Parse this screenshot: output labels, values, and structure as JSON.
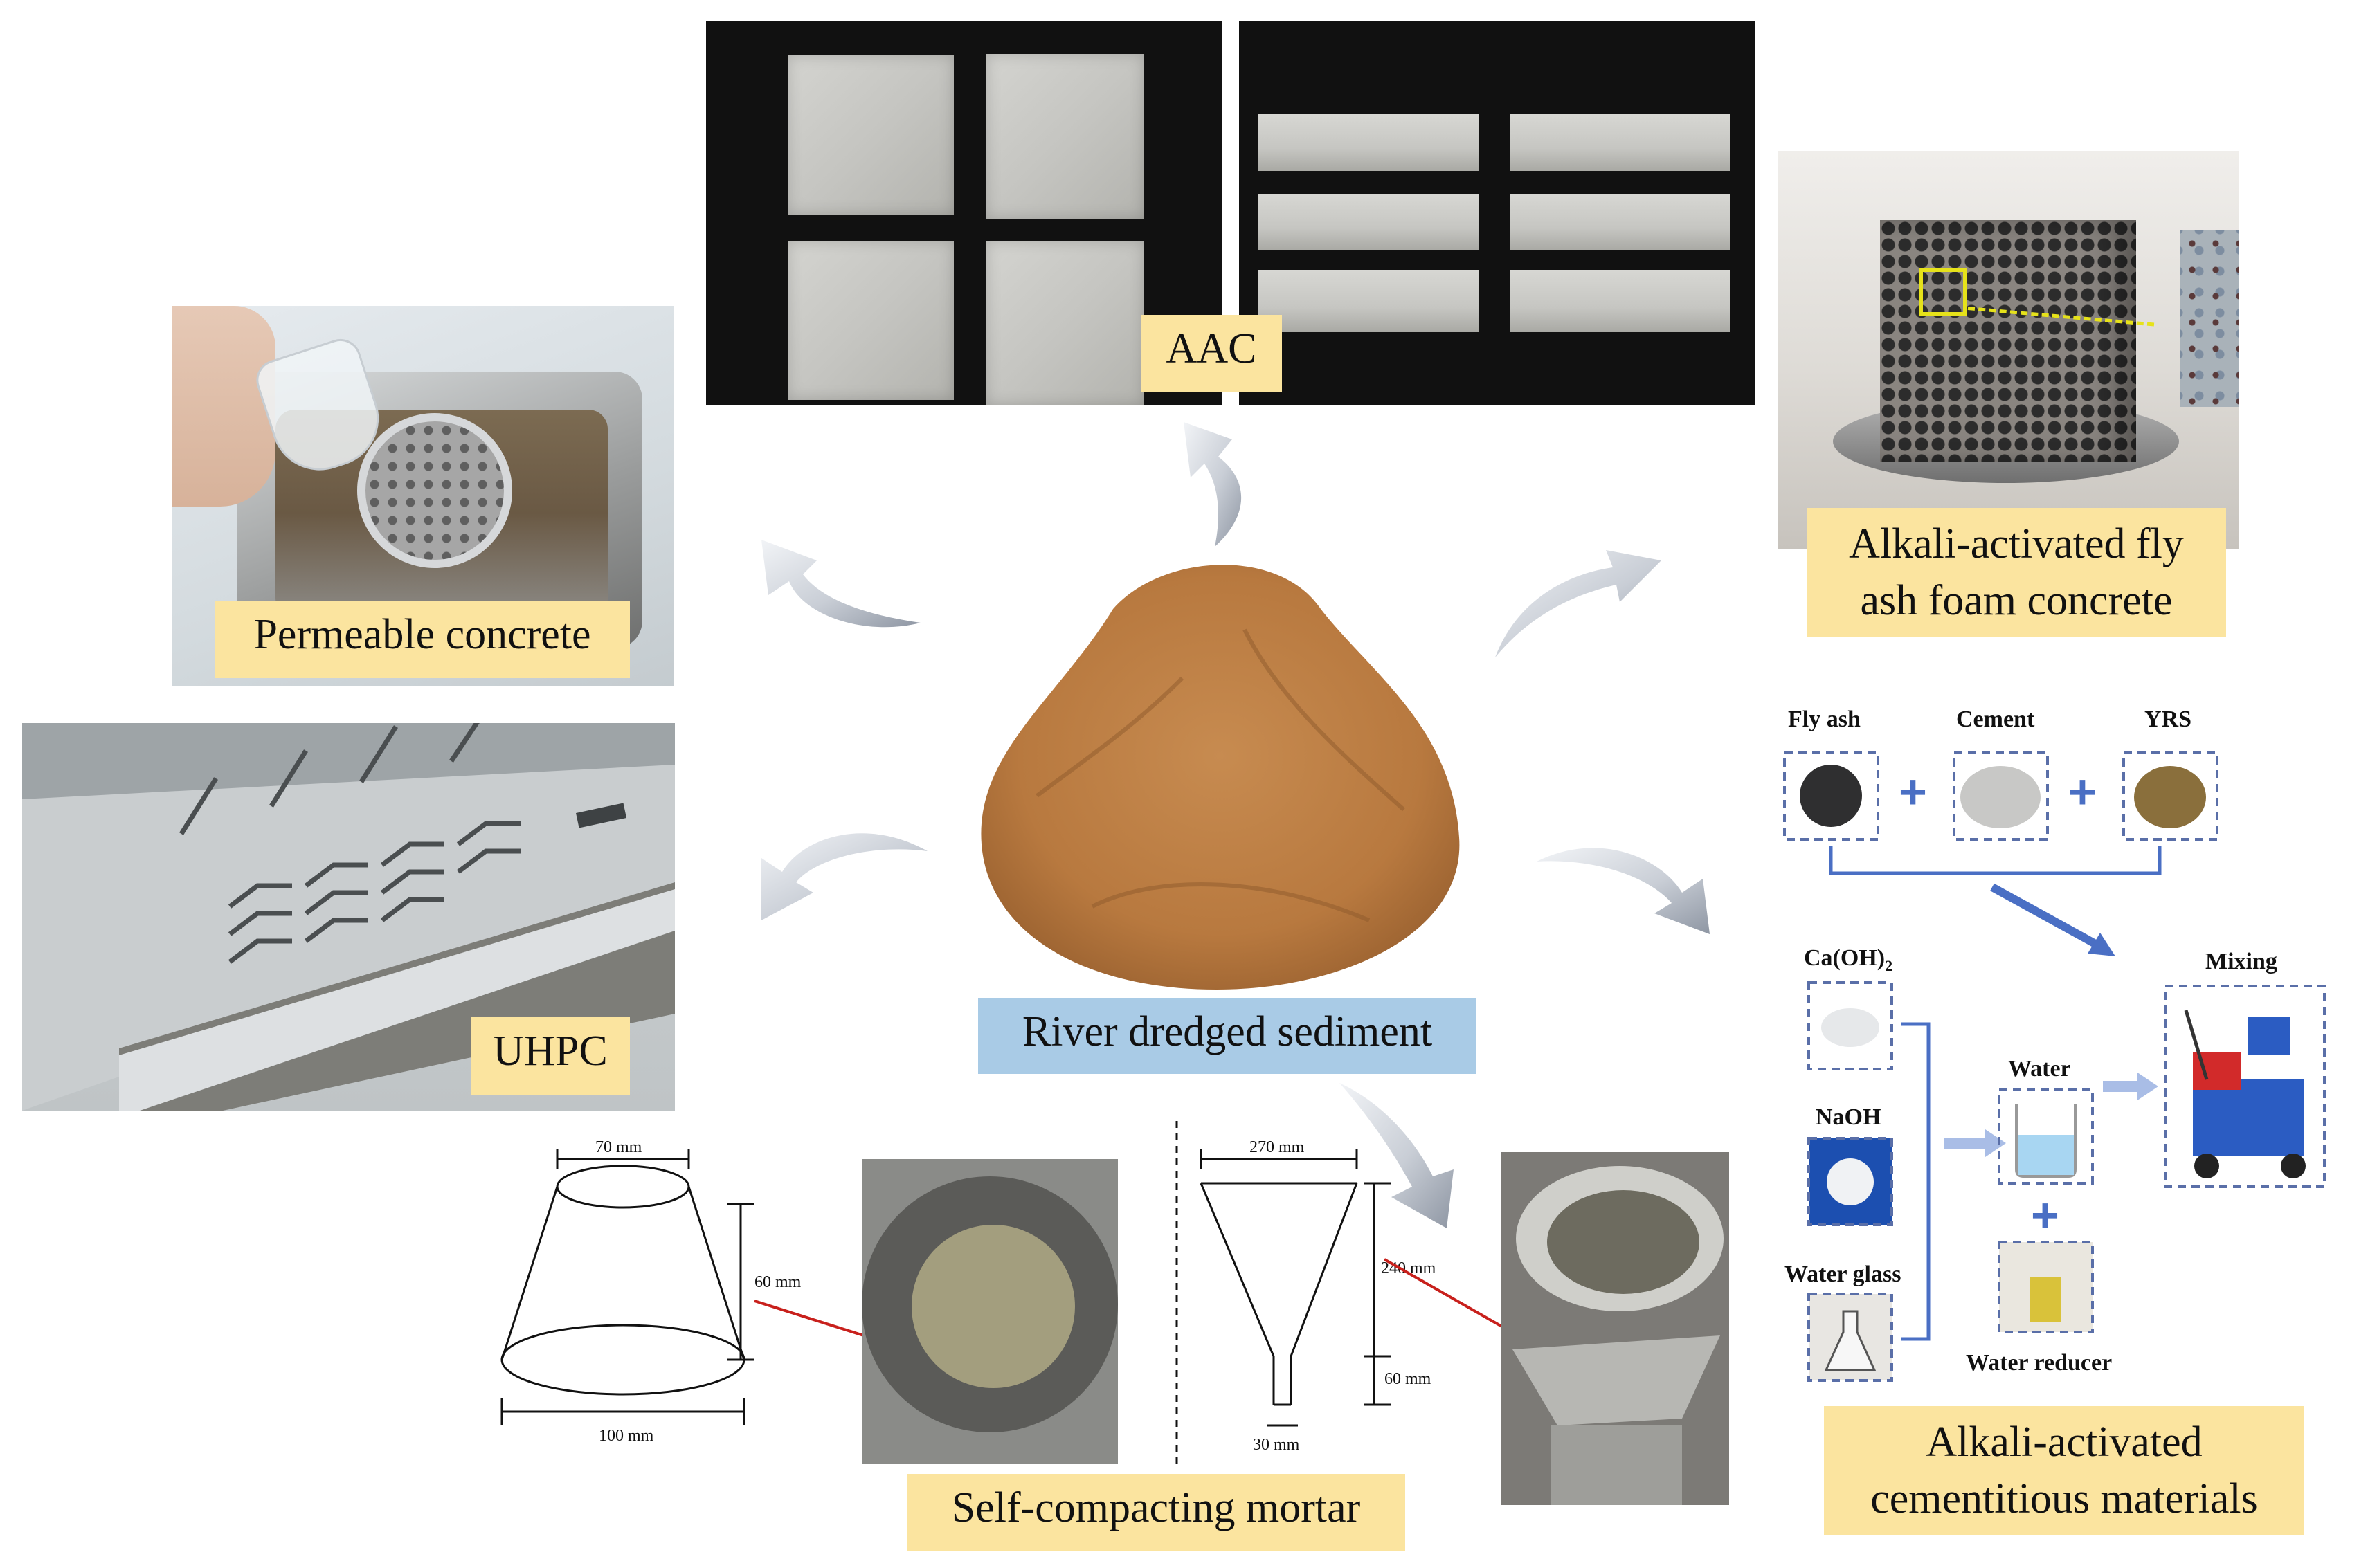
{
  "center": {
    "label": "River dredged sediment"
  },
  "aac": {
    "label": "AAC"
  },
  "permeable": {
    "label": "Permeable concrete"
  },
  "foam": {
    "label": "Alkali-activated fly ash foam concrete",
    "line1": "Alkali-activated fly",
    "line2": "ash foam concrete"
  },
  "uhpc": {
    "label": "UHPC"
  },
  "scm": {
    "label": "Self-compacting mortar",
    "cone_top": "70 mm",
    "cone_height": "60 mm",
    "cone_bottom": "100 mm",
    "funnel_top": "270 mm",
    "funnel_height": "240 mm",
    "funnel_neck": "60 mm",
    "funnel_outlet": "30 mm"
  },
  "aacm": {
    "label": "Alkali-activated cementitious materials",
    "line1": "Alkali-activated",
    "line2": "cementitious materials",
    "fly_ash": "Fly ash",
    "cement": "Cement",
    "yrs": "YRS",
    "caoh2": "Ca(OH)",
    "caoh2_sub": "2",
    "naoh": "NaOH",
    "water_glass": "Water glass",
    "water": "Water",
    "water_reducer": "Water reducer",
    "mixing": "Mixing",
    "plus": "+"
  },
  "colors": {
    "label_yellow": "#fbe49f",
    "label_blue": "#a9cbe6",
    "sediment": "#b8793f",
    "arrow_gray": "#c9ced6",
    "flow_blue": "#4a6fc4"
  }
}
